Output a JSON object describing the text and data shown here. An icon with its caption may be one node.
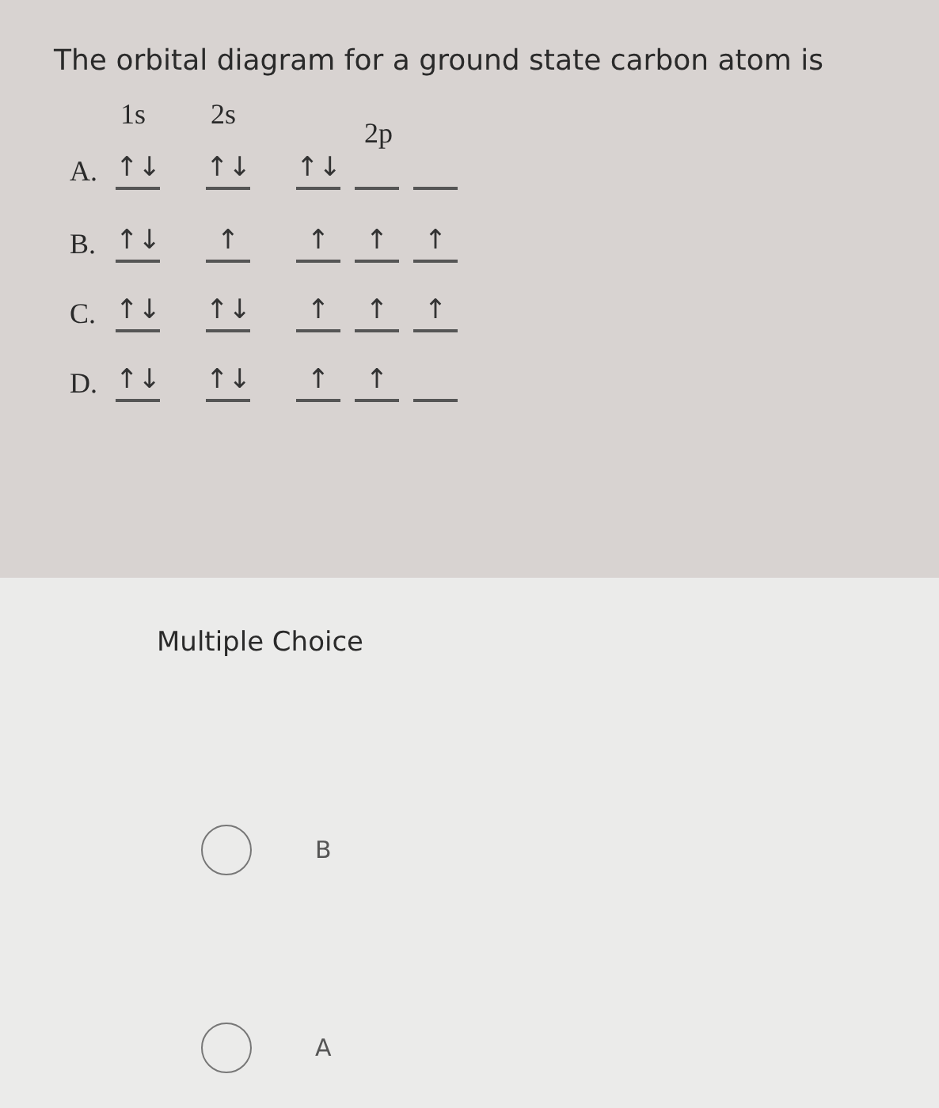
{
  "diagram": {
    "title": "The orbital diagram for a ground state carbon atom is",
    "labels": [
      "1s",
      "2s",
      "2p",
      "A.",
      "↑↓",
      "↑↓",
      "↑↓",
      "B.",
      "↑↓",
      "↑",
      "↑",
      "↑",
      "↑",
      "C.",
      "↑↓",
      "↑↓",
      "↑",
      "↑",
      "↑",
      "D.",
      "↑↓",
      "↑↓",
      "↑",
      "↑",
      "Multiple Choice",
      "B",
      "A"
    ]
  }
}
